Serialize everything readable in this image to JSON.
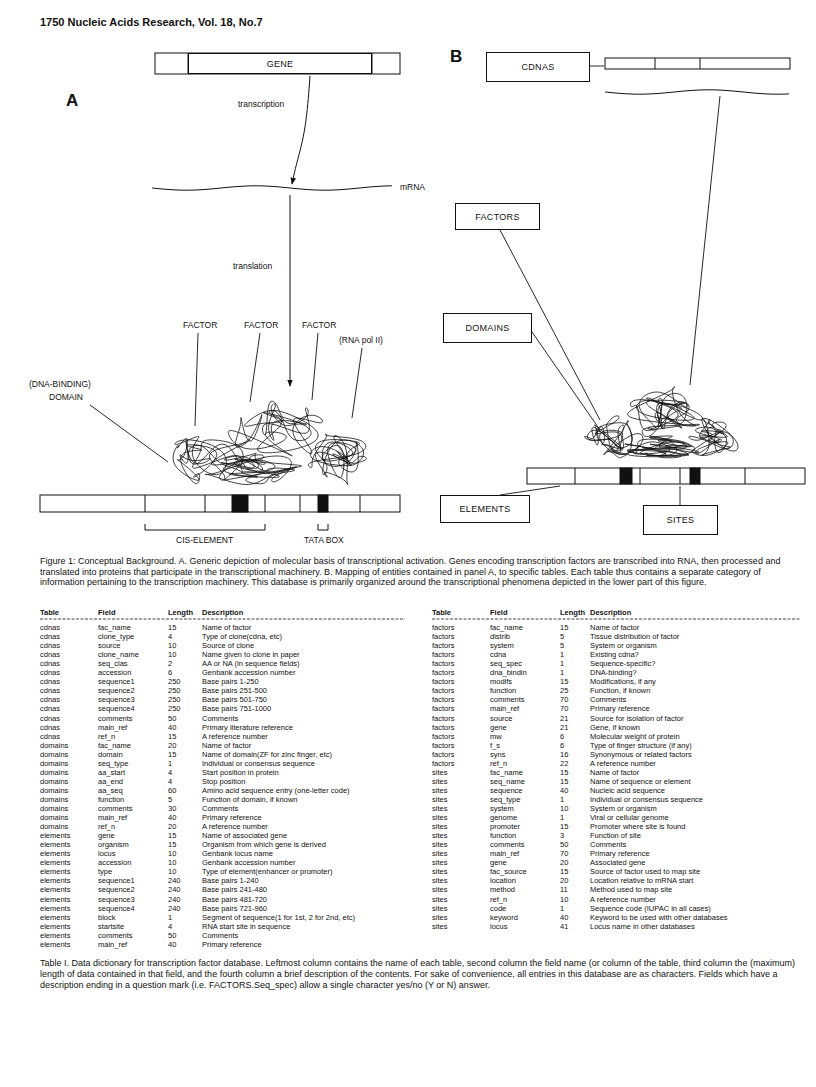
{
  "diagram": {
    "caption": "Figure 1: Conceptual Background. A. Generic depiction of molecular basis of transcriptional activation. Genes encoding transcription factors are transcribed into RNA, then processed and translated into proteins that participate in the transcriptional machinery. B. Mapping of entities contained in panel A, to specific tables. Each table thus contains a separate category of information pertaining to the transcription machinery. This database is primarily organized around the transcriptional phenomena depicted in the lower part of this figure.",
    "nodes": [
      {
        "text": [
          "GENE"
        ]
      },
      {
        "text": [
          "CDNAS"
        ]
      },
      {
        "text": [
          "FACTORS"
        ]
      },
      {
        "text": [
          "DOMAINS"
        ]
      },
      {
        "text": [
          "ELEMENTS"
        ]
      },
      {
        "text": [
          "SITES"
        ]
      }
    ],
    "labels": [
      "1750 Nucleic Acids Research, Vol. 18, No.7",
      "A",
      "B",
      "transcription",
      "mRNA",
      "translation",
      "FACTOR",
      "FACTOR",
      "FACTOR",
      "(RNA pol II)",
      "(DNA-BINDING)",
      "DOMAIN",
      "CIS-ELEMENT",
      "TATA BOX",
      "Table",
      "Field",
      "Length",
      "Description",
      "cdnas",
      "fac_name",
      "15",
      "Name of factor",
      "cdnas",
      "clone_type",
      "4",
      "Type of clone(cdna, etc)",
      "cdnas",
      "source",
      "10",
      "Source of clone",
      "cdnas",
      "clone_name",
      "10",
      "Name given to clone in paper",
      "cdnas",
      "seq_clas",
      "2",
      "AA or NA (in sequence fields)",
      "cdnas",
      "accession",
      "6",
      "Genbank accession number",
      "cdnas",
      "sequence1",
      "250",
      "Base pairs 1-250",
      "cdnas",
      "sequence2",
      "250",
      "Base pairs 251-500",
      "cdnas",
      "sequence3",
      "250",
      "Base pairs 501-750",
      "cdnas",
      "sequence4",
      "250",
      "Base pairs 751-1000",
      "cdnas",
      "comments",
      "50",
      "Comments",
      "cdnas",
      "main_ref",
      "40",
      "Primary literature reference",
      "cdnas",
      "ref_n",
      "15",
      "A reference number",
      "domains",
      "fac_name",
      "20",
      "Name of factor",
      "domains",
      "domain",
      "15",
      "Name of domain(ZF for zinc finger, etc)",
      "domains",
      "seq_type",
      "1",
      "Individual or consensus sequence",
      "domains",
      "aa_start",
      "4",
      "Start position in protein",
      "domains",
      "aa_end",
      "4",
      "Stop position",
      "domains",
      "aa_seq",
      "60",
      "Amino acid sequence entry (one-letter code)",
      "domains",
      "function",
      "5",
      "Function of domain, if known",
      "domains",
      "comments",
      "30",
      "Comments",
      "domains",
      "main_ref",
      "40",
      "Primary reference",
      "domains",
      "ref_n",
      "20",
      "A reference number",
      "elements",
      "gene",
      "15",
      "Name of associated gene",
      "elements",
      "organism",
      "15",
      "Organism from which gene is derived",
      "elements",
      "locus",
      "10",
      "Genbank locus name",
      "elements",
      "accession",
      "10",
      "Genbank accession number",
      "elements",
      "type",
      "10",
      "Type of element(enhancer or promoter)",
      "elements",
      "sequence1",
      "240",
      "Base pairs 1-240",
      "elements",
      "sequence2",
      "240",
      "Base pairs 241-480",
      "elements",
      "sequence3",
      "240",
      "Base pairs 481-720",
      "elements",
      "sequence4",
      "240",
      "Base pairs 721-960",
      "elements",
      "block",
      "1",
      "Segment of sequence(1 for 1st, 2 for 2nd, etc)",
      "elements",
      "startsite",
      "4",
      "RNA start site in sequence",
      "elements",
      "comments",
      "50",
      "Comments",
      "elements",
      "main_ref",
      "40",
      "Primary reference",
      "Table",
      "Field",
      "Length",
      "Description",
      "factors",
      "fac_name",
      "15",
      "Name of factor",
      "factors",
      "distrib",
      "5",
      "Tissue distribution of factor",
      "factors",
      "system",
      "5",
      "System or organism",
      "factors",
      "cdna",
      "1",
      "Existing cdna?",
      "factors",
      "seq_spec",
      "1",
      "Sequence-specific?",
      "factors",
      "dna_bindin",
      "1",
      "DNA-binding?",
      "factors",
      "modifs",
      "15",
      "Modifications, if any",
      "factors",
      "function",
      "25",
      "Function, if known",
      "factors",
      "comments",
      "70",
      "Comments",
      "factors",
      "main_ref",
      "70",
      "Primary reference",
      "factors",
      "source",
      "21",
      "Source for isolation of factor",
      "factors",
      "gene",
      "21",
      "Gene, if known",
      "factors",
      "mw",
      "6",
      "Molecular weight of protein",
      "factors",
      "f_s",
      "6",
      "Type of finger structure (if any)",
      "factors",
      "syns",
      "16",
      "Synonymous or related factors",
      "factors",
      "ref_n",
      "22",
      "A reference number",
      "sites",
      "fac_name",
      "15",
      "Name of factor",
      "sites",
      "seq_name",
      "15",
      "Name of sequence or element",
      "sites",
      "sequence",
      "40",
      "Nucleic acid sequence",
      "sites",
      "seq_type",
      "1",
      "Individual or consensus sequence",
      "sites",
      "system",
      "10",
      "System or organism",
      "sites",
      "genome",
      "1",
      "Viral or cellular genome",
      "sites",
      "promoter",
      "15",
      "Promoter where site is found",
      "sites",
      "function",
      "3",
      "Function of site",
      "sites",
      "comments",
      "50",
      "Comments",
      "sites",
      "main_ref",
      "70",
      "Primary reference",
      "sites",
      "gene",
      "20",
      "Associated gene",
      "sites",
      "fac_source",
      "15",
      "Source of factor used to map site",
      "sites",
      "location",
      "20",
      "Location relative to mRNA start",
      "sites",
      "method",
      "11",
      "Method used to map site",
      "sites",
      "ref_n",
      "10",
      "A reference number",
      "sites",
      "code",
      "1",
      "Sequence code (IUPAC in all cases)",
      "sites",
      "keyword",
      "40",
      "Keyword to be used with other databases",
      "sites",
      "locus",
      "41",
      "Locus name in other databases",
      "Table I. Data dictionary for transcription factor database. Leftmost column contains the name of each table, second column the field name (or column of the table, third column the (maximum) length of data contained in that field, and the fourth column a brief description of the contents. For sake of convenience, all entries in this database are as characters. Fields which have a description ending in a question mark (i.e. FACTORS.Seq_spec) allow a single character yes/no (Y or N) answer."
    ]
  }
}
